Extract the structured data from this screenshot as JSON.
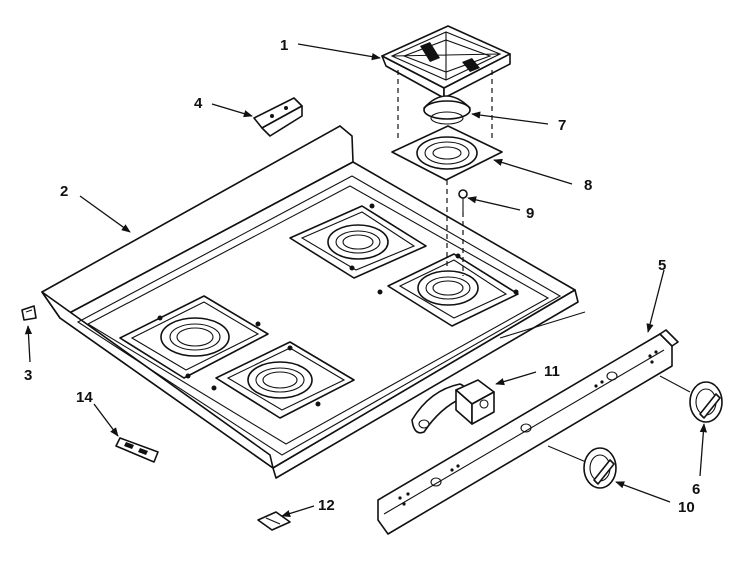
{
  "callouts": [
    {
      "id": "1",
      "label": "1"
    },
    {
      "id": "2",
      "label": "2"
    },
    {
      "id": "3",
      "label": "3"
    },
    {
      "id": "4",
      "label": "4"
    },
    {
      "id": "5",
      "label": "5"
    },
    {
      "id": "6",
      "label": "6"
    },
    {
      "id": "7",
      "label": "7"
    },
    {
      "id": "8",
      "label": "8"
    },
    {
      "id": "9",
      "label": "9"
    },
    {
      "id": "10",
      "label": "10"
    },
    {
      "id": "11",
      "label": "11"
    },
    {
      "id": "12",
      "label": "12"
    },
    {
      "id": "14",
      "label": "14"
    }
  ]
}
